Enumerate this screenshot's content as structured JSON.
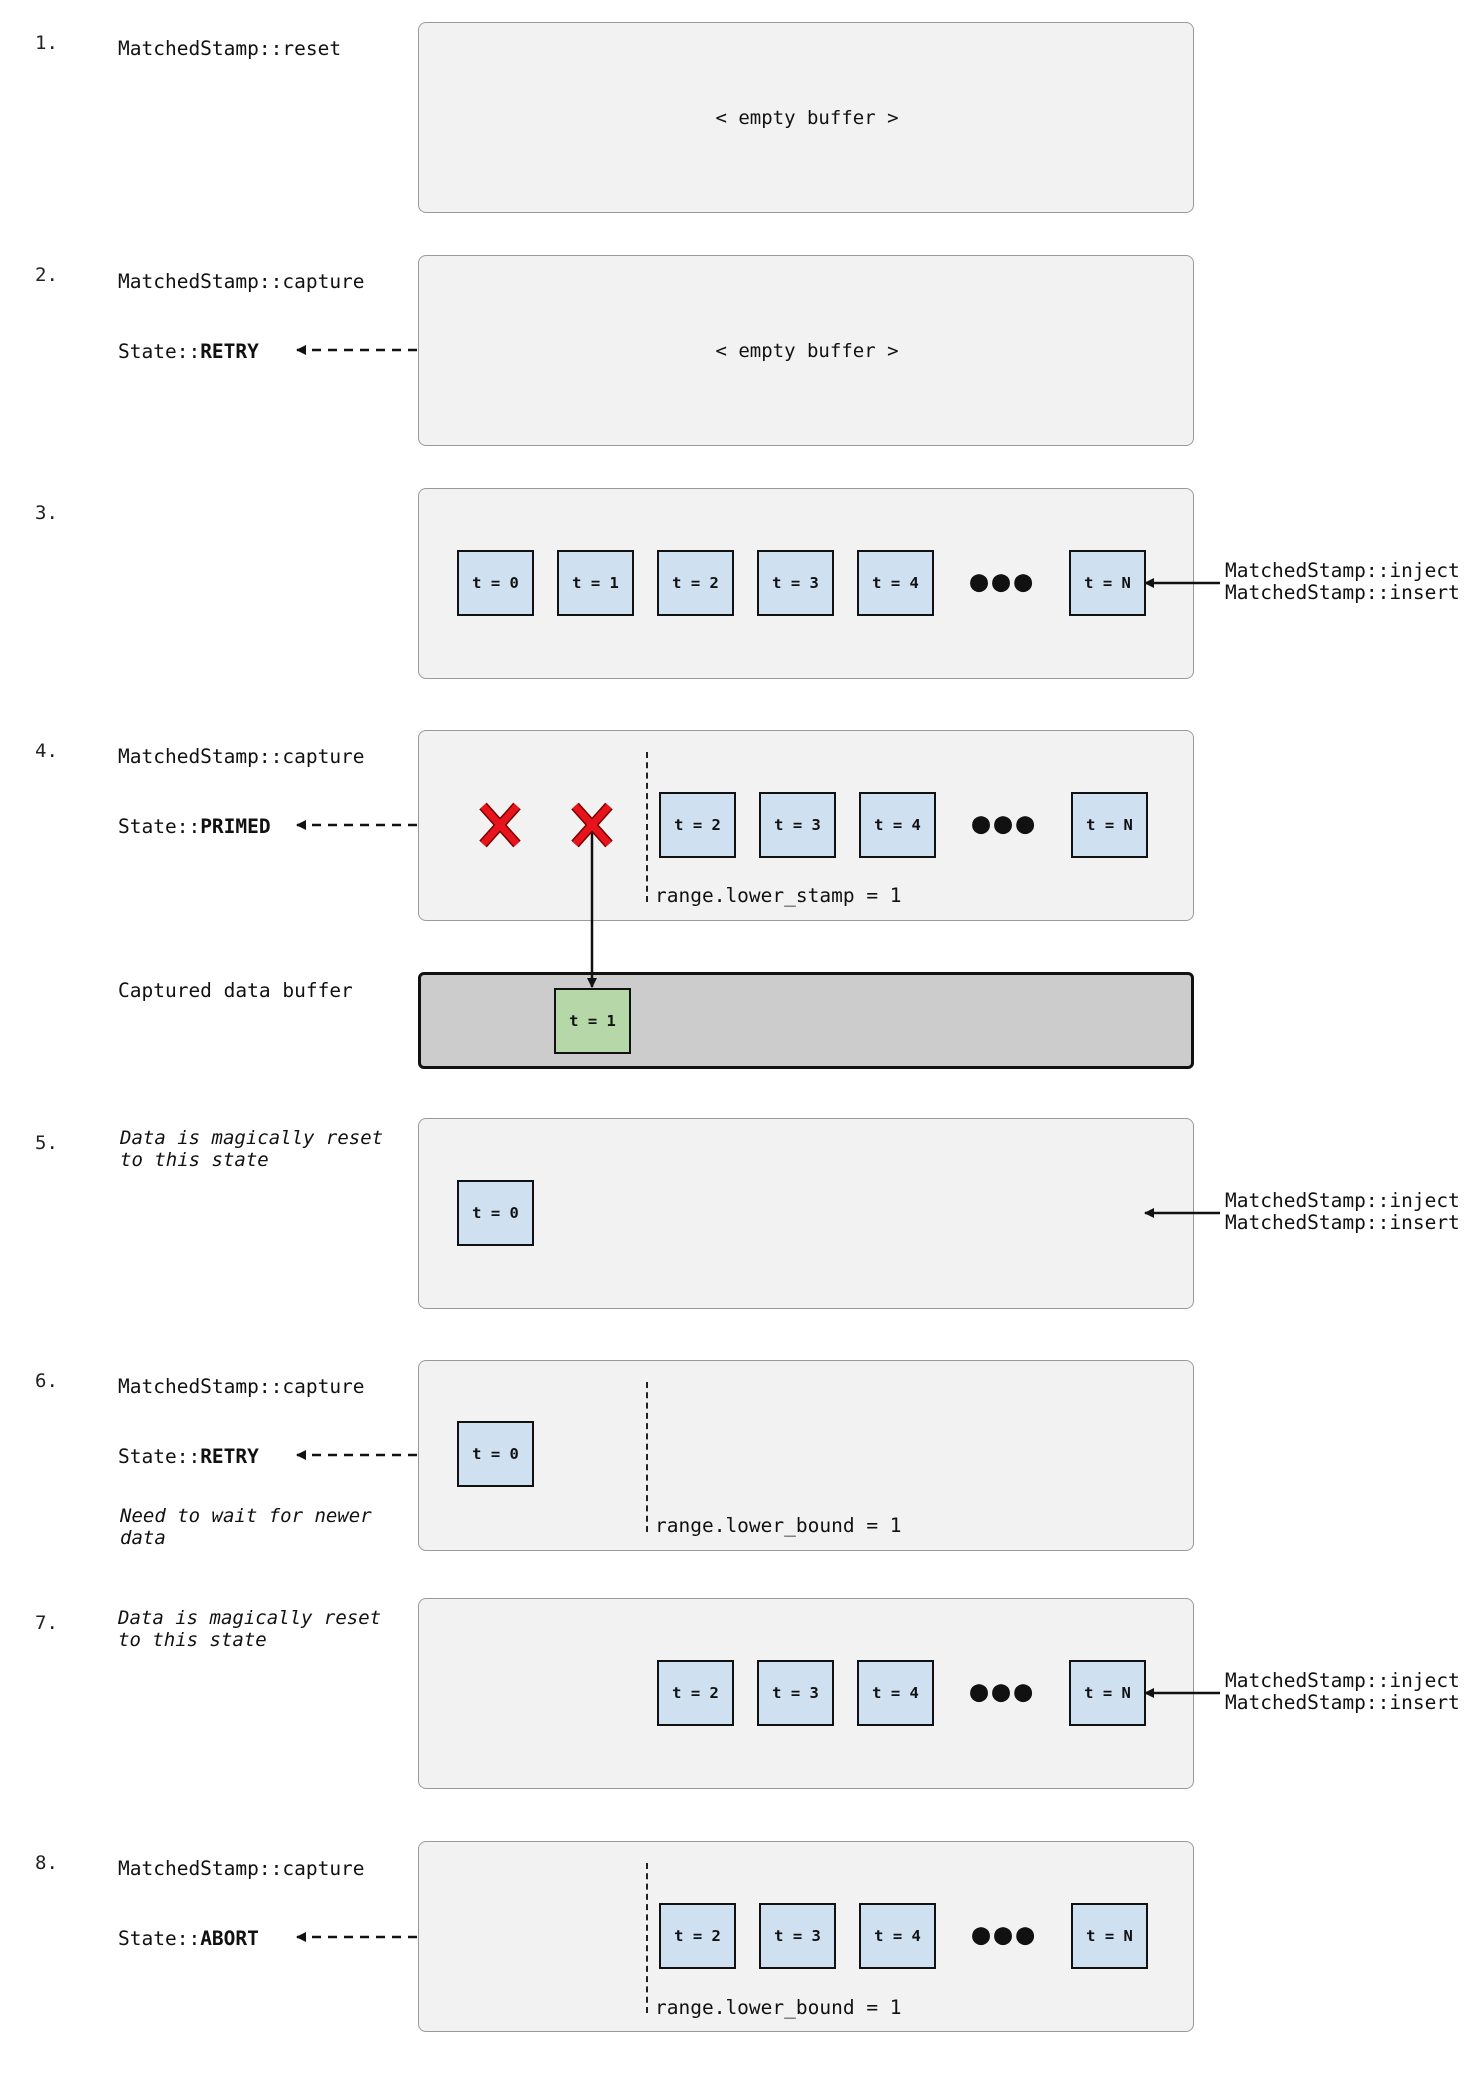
{
  "steps": {
    "s1": {
      "num": "1.",
      "label": "MatchedStamp::reset",
      "buffer": "< empty buffer >"
    },
    "s2": {
      "num": "2.",
      "label": "MatchedStamp::capture",
      "state_prefix": "State::",
      "state": "RETRY",
      "buffer": "< empty buffer >"
    },
    "s3": {
      "num": "3.",
      "cells": [
        "t = 0",
        "t = 1",
        "t = 2",
        "t = 3",
        "t = 4",
        "t = N"
      ],
      "dots": "●●●",
      "side1": "MatchedStamp::inject",
      "side2": "MatchedStamp::insert"
    },
    "s4": {
      "num": "4.",
      "label": "MatchedStamp::capture",
      "state_prefix": "State::",
      "state": "PRIMED",
      "cells": [
        "t = 2",
        "t = 3",
        "t = 4",
        "t = N"
      ],
      "dots": "●●●",
      "range": "range.lower_stamp = 1",
      "captured_label": "Captured data buffer",
      "captured_cell": "t = 1"
    },
    "s5": {
      "num": "5.",
      "note1": "Data is magically reset",
      "note2": "to this state",
      "cell": "t = 0",
      "side1": "MatchedStamp::inject",
      "side2": "MatchedStamp::insert"
    },
    "s6": {
      "num": "6.",
      "label": "MatchedStamp::capture",
      "state_prefix": "State::",
      "state": "RETRY",
      "note1": "Need to wait for newer",
      "note2": "data",
      "cell": "t = 0",
      "range": "range.lower_bound = 1"
    },
    "s7": {
      "num": "7.",
      "note1": "Data is magically reset",
      "note2": "to this state",
      "cells": [
        "t = 2",
        "t = 3",
        "t = 4",
        "t = N"
      ],
      "dots": "●●●",
      "side1": "MatchedStamp::inject",
      "side2": "MatchedStamp::insert"
    },
    "s8": {
      "num": "8.",
      "label": "MatchedStamp::capture",
      "state_prefix": "State::",
      "state": "ABORT",
      "cells": [
        "t = 2",
        "t = 3",
        "t = 4",
        "t = N"
      ],
      "dots": "●●●",
      "range": "range.lower_bound = 1"
    }
  },
  "colors": {
    "panel": "#f2f2f2",
    "cell_blue": "#cfe0f1",
    "cell_green": "#b6d7a8",
    "captured_buffer": "#cccccc",
    "cross": "#e8141c"
  },
  "icons": {
    "discarded": "red-x-cross-icon",
    "arrow": "arrow-head-icon"
  }
}
